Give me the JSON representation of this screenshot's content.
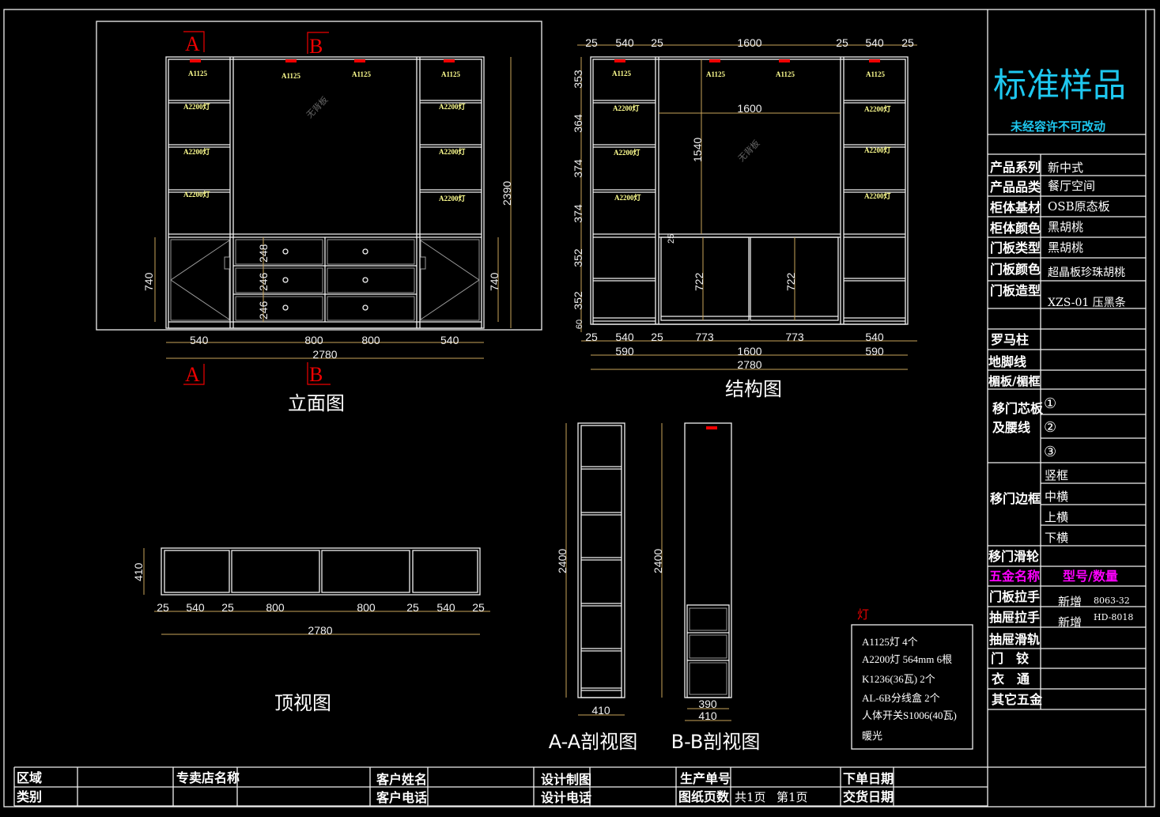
{
  "elevation": {
    "title": "立面图",
    "section_a": "A",
    "section_b": "B",
    "lamp_top": "A1125",
    "lamp_shelf": "A2200灯",
    "watermark": "无背板",
    "dims": {
      "side": "540",
      "center": "800",
      "total": "2780",
      "height": "2390",
      "base": "740",
      "drawers": [
        "248",
        "246",
        "246"
      ]
    }
  },
  "structure": {
    "title": "结构图",
    "lamp_top": "A1125",
    "lamp_shelf": "A2200灯",
    "watermark": "无背板",
    "top_dims": [
      "25",
      "540",
      "25",
      "1600",
      "25",
      "540",
      "25"
    ],
    "left_dims": [
      "353",
      "364",
      "374",
      "374",
      "352",
      "352",
      "60"
    ],
    "inner": {
      "width": "1600",
      "height": "1540",
      "gap": "25",
      "door_h": "722"
    },
    "bottom_dims_1": [
      "25",
      "540",
      "25",
      "773",
      "773",
      "540"
    ],
    "bottom_dims_2": [
      "590",
      "1600",
      "590"
    ],
    "total": "2780"
  },
  "top_view": {
    "title": "顶视图",
    "depth": "410",
    "dims": [
      "25",
      "540",
      "25",
      "800",
      "800",
      "25",
      "540",
      "25"
    ],
    "total": "2780"
  },
  "section_aa": {
    "title": "A-A剖视图",
    "height": "2400",
    "depth": "410"
  },
  "section_bb": {
    "title": "B-B剖视图",
    "height": "2400",
    "inner": "390",
    "depth": "410"
  },
  "lamp_legend": {
    "heading": "灯",
    "lines": [
      "A1125灯 4个",
      "A2200灯 564mm  6根",
      "K1236(36瓦) 2个",
      "AL-6B分线盒 2个",
      "人体开关S1006(40瓦)",
      "暖光"
    ]
  },
  "spec_panel": {
    "brand_title": "标准样品",
    "brand_subtitle": "未经容许不可改动",
    "rows": [
      {
        "label": "产品系列",
        "value": "新中式"
      },
      {
        "label": "产品品类",
        "value": "餐厅空间"
      },
      {
        "label": "柜体基材",
        "value": "OSB原态板"
      },
      {
        "label": "柜体颜色",
        "value": "黑胡桃"
      },
      {
        "label": "门板类型",
        "value": "黑胡桃"
      },
      {
        "label": "门板颜色",
        "value": "超晶板珍珠胡桃"
      },
      {
        "label": "门板造型",
        "value": "XZS-01  压黑条"
      },
      {
        "label": "罗马柱",
        "value": ""
      },
      {
        "label": "地脚线",
        "value": ""
      },
      {
        "label": "楣板/楣框",
        "value": ""
      }
    ],
    "sliding_panel": {
      "label_1": "移门芯板",
      "label_2": "及腰线",
      "options": [
        "①",
        "②",
        "③"
      ]
    },
    "sliding_frame": {
      "label": "移门边框",
      "parts": [
        "竖框",
        "中横",
        "上横",
        "下横"
      ]
    },
    "sliding_wheel": "移门滑轮",
    "hardware_header": {
      "label": "五金名称",
      "value": "型号/数量"
    },
    "hardware": [
      {
        "label": "门板拉手",
        "value": "新增",
        "model": "8063-32"
      },
      {
        "label": "抽屉拉手",
        "value": "新增",
        "model": "HD-8018"
      },
      {
        "label": "抽屉滑轨",
        "value": "",
        "model": ""
      },
      {
        "label": "门　铰",
        "value": "",
        "model": ""
      },
      {
        "label": "衣　通",
        "value": "",
        "model": ""
      },
      {
        "label": "其它五金",
        "value": "",
        "model": ""
      }
    ],
    "header_color": "#ff00ff",
    "brand_color": "#1ec8f0"
  },
  "footer": {
    "region": "区域",
    "category": "类别",
    "store_name": "专卖店名称",
    "customer_name": "客户姓名",
    "customer_phone": "客户电话",
    "designer": "设计制图",
    "designer_phone": "设计电话",
    "production_no": "生产单号",
    "pages": "图纸页数",
    "page_total": "共1页",
    "page_current": "第1页",
    "order_date": "下单日期",
    "delivery_date": "交货日期"
  }
}
